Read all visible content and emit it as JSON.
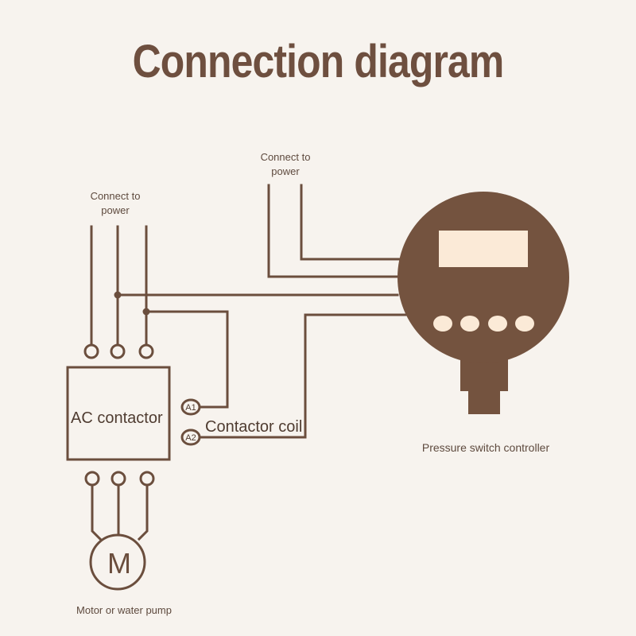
{
  "title": "Connection diagram",
  "labels": {
    "power_left": "Connect to\npower",
    "power_right": "Connect to\npower",
    "contactor": "AC contactor",
    "coil": "Contactor coil",
    "terminal_a1": "A1",
    "terminal_a2": "A2",
    "motor_symbol": "M",
    "motor_caption": "Motor or water pump",
    "controller_caption": "Pressure switch controller"
  },
  "colors": {
    "background": "#f7f3ee",
    "wire": "#6b4e3d",
    "controller_body": "#74533f",
    "controller_display": "#fbead7"
  }
}
